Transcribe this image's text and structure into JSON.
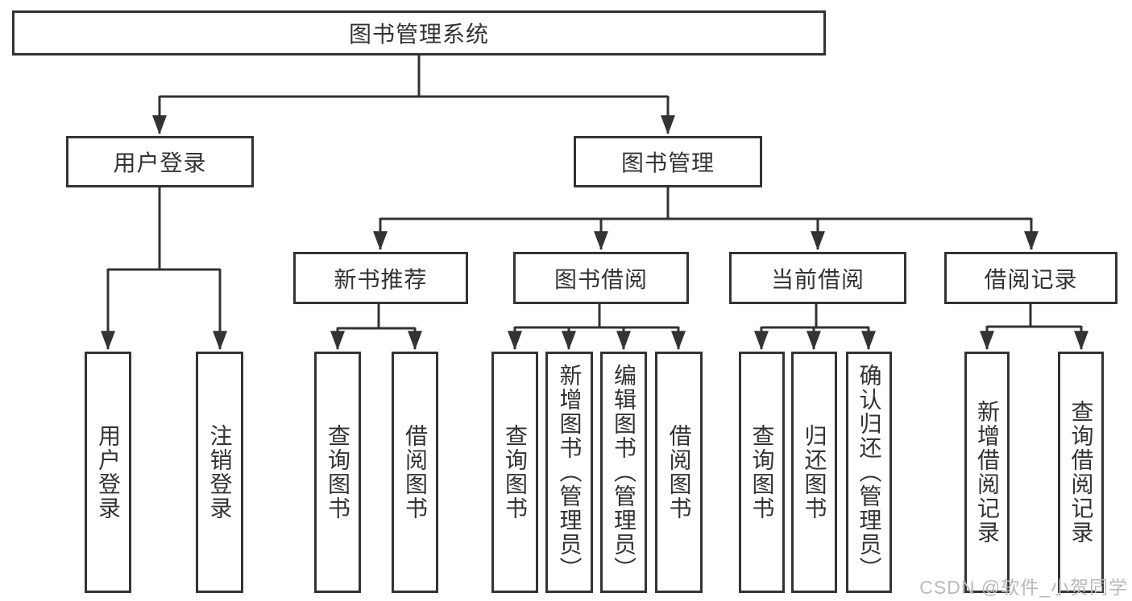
{
  "diagram": {
    "root": "图书管理系统",
    "branches": {
      "user_login": "用户登录",
      "book_management": "图书管理"
    },
    "modules": {
      "new_book_recommend": "新书推荐",
      "book_borrow": "图书借阅",
      "current_borrow": "当前借阅",
      "borrow_records": "借阅记录"
    },
    "leaves": {
      "user_login_1": "用户登录",
      "user_login_2": "注销登录",
      "recommend_1": "查询图书",
      "recommend_2": "借阅图书",
      "borrow_1": "查询图书",
      "borrow_2": "新增图书（管理员）",
      "borrow_3": "编辑图书（管理员）",
      "borrow_4": "借阅图书",
      "current_1": "查询图书",
      "current_2": "归还图书",
      "current_3": "确认归还（管理员）",
      "records_1": "新增借阅记录",
      "records_2": "查询借阅记录"
    }
  },
  "watermark": "CSDN @软件_小贺同学",
  "colors": {
    "line": "#333333",
    "text": "#333333",
    "watermark": "#b9b9b9",
    "box_bg": "#ffffff"
  }
}
